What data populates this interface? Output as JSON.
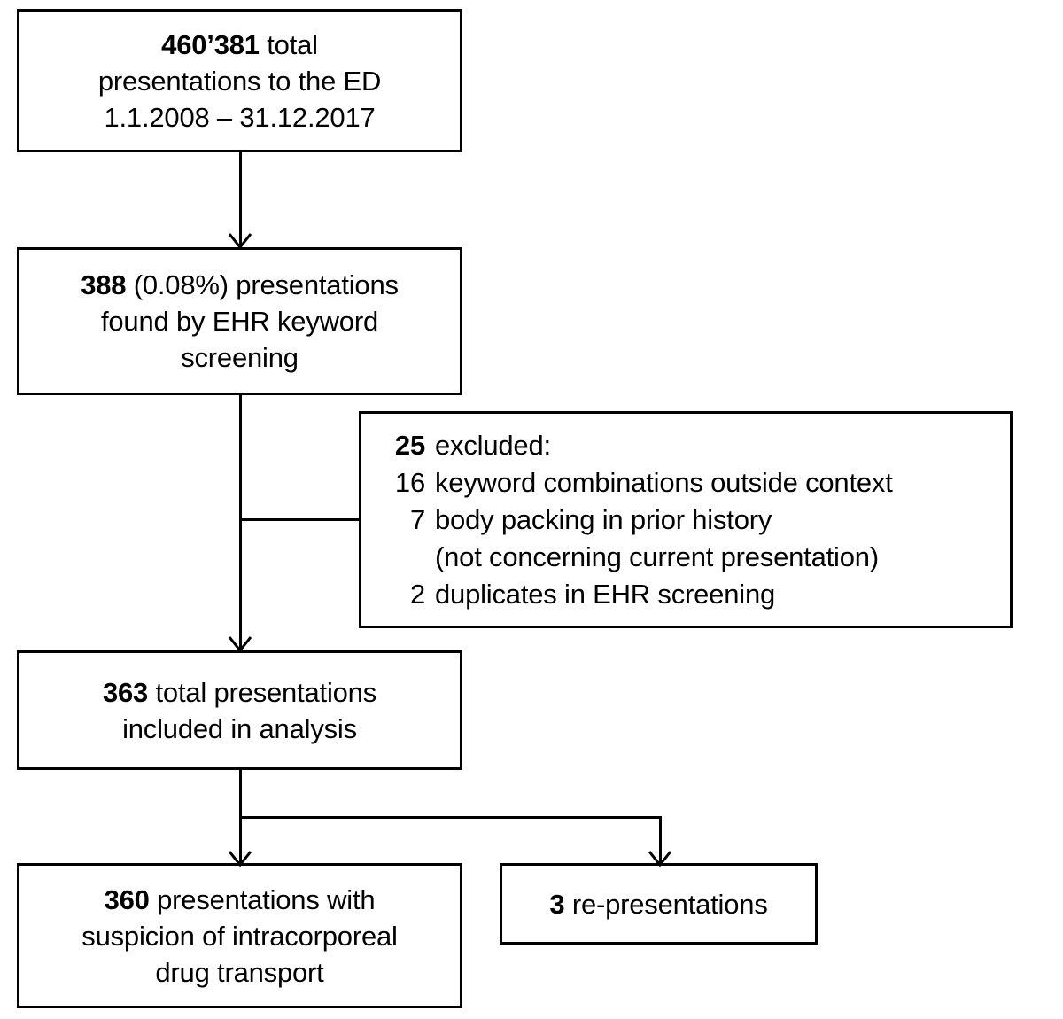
{
  "diagram": {
    "title": "Emergency department body packing study flow diagram",
    "stroke_color": "#000000",
    "background_color": "#ffffff",
    "nodes": {
      "total": {
        "line1_bold": "460’381",
        "line1_rest": " total",
        "line2": "presentations to the ED",
        "line3": "1.1.2008 – 31.12.2017"
      },
      "screened": {
        "line1_bold": "388",
        "line1_rest": " (0.08%) presentations",
        "line2": "found by EHR keyword",
        "line3": "screening"
      },
      "excluded": {
        "rows": [
          {
            "count": "25",
            "bold": true,
            "text": "excluded:"
          },
          {
            "count": "16",
            "bold": false,
            "text": "keyword combinations outside context"
          },
          {
            "count": "7",
            "bold": false,
            "text": "body packing in prior history"
          },
          {
            "count": "",
            "bold": false,
            "text": "(not concerning current presentation)",
            "continuation": true
          },
          {
            "count": "2",
            "bold": false,
            "text": "duplicates in EHR screening"
          }
        ]
      },
      "included": {
        "line1_bold": "363",
        "line1_rest": " total presentations",
        "line2": "included in analysis"
      },
      "suspicion": {
        "line1_bold": "360",
        "line1_rest": " presentations with",
        "line2": "suspicion of intracorporeal",
        "line3": "drug transport"
      },
      "repres": {
        "line1_bold": "3",
        "line1_rest": " re-presentations"
      }
    },
    "connectors": [
      {
        "name": "total-to-screened",
        "from": "total",
        "to": "screened",
        "type": "vertical-arrow"
      },
      {
        "name": "screened-to-included",
        "from": "screened",
        "to": "included",
        "type": "vertical-arrow"
      },
      {
        "name": "screened-to-excluded",
        "from": "screened",
        "to": "excluded",
        "type": "horizontal-branch"
      },
      {
        "name": "included-to-suspicion",
        "from": "included",
        "to": "suspicion",
        "type": "vertical-arrow"
      },
      {
        "name": "included-to-repres",
        "from": "included",
        "to": "repres",
        "type": "elbow-arrow"
      }
    ]
  }
}
